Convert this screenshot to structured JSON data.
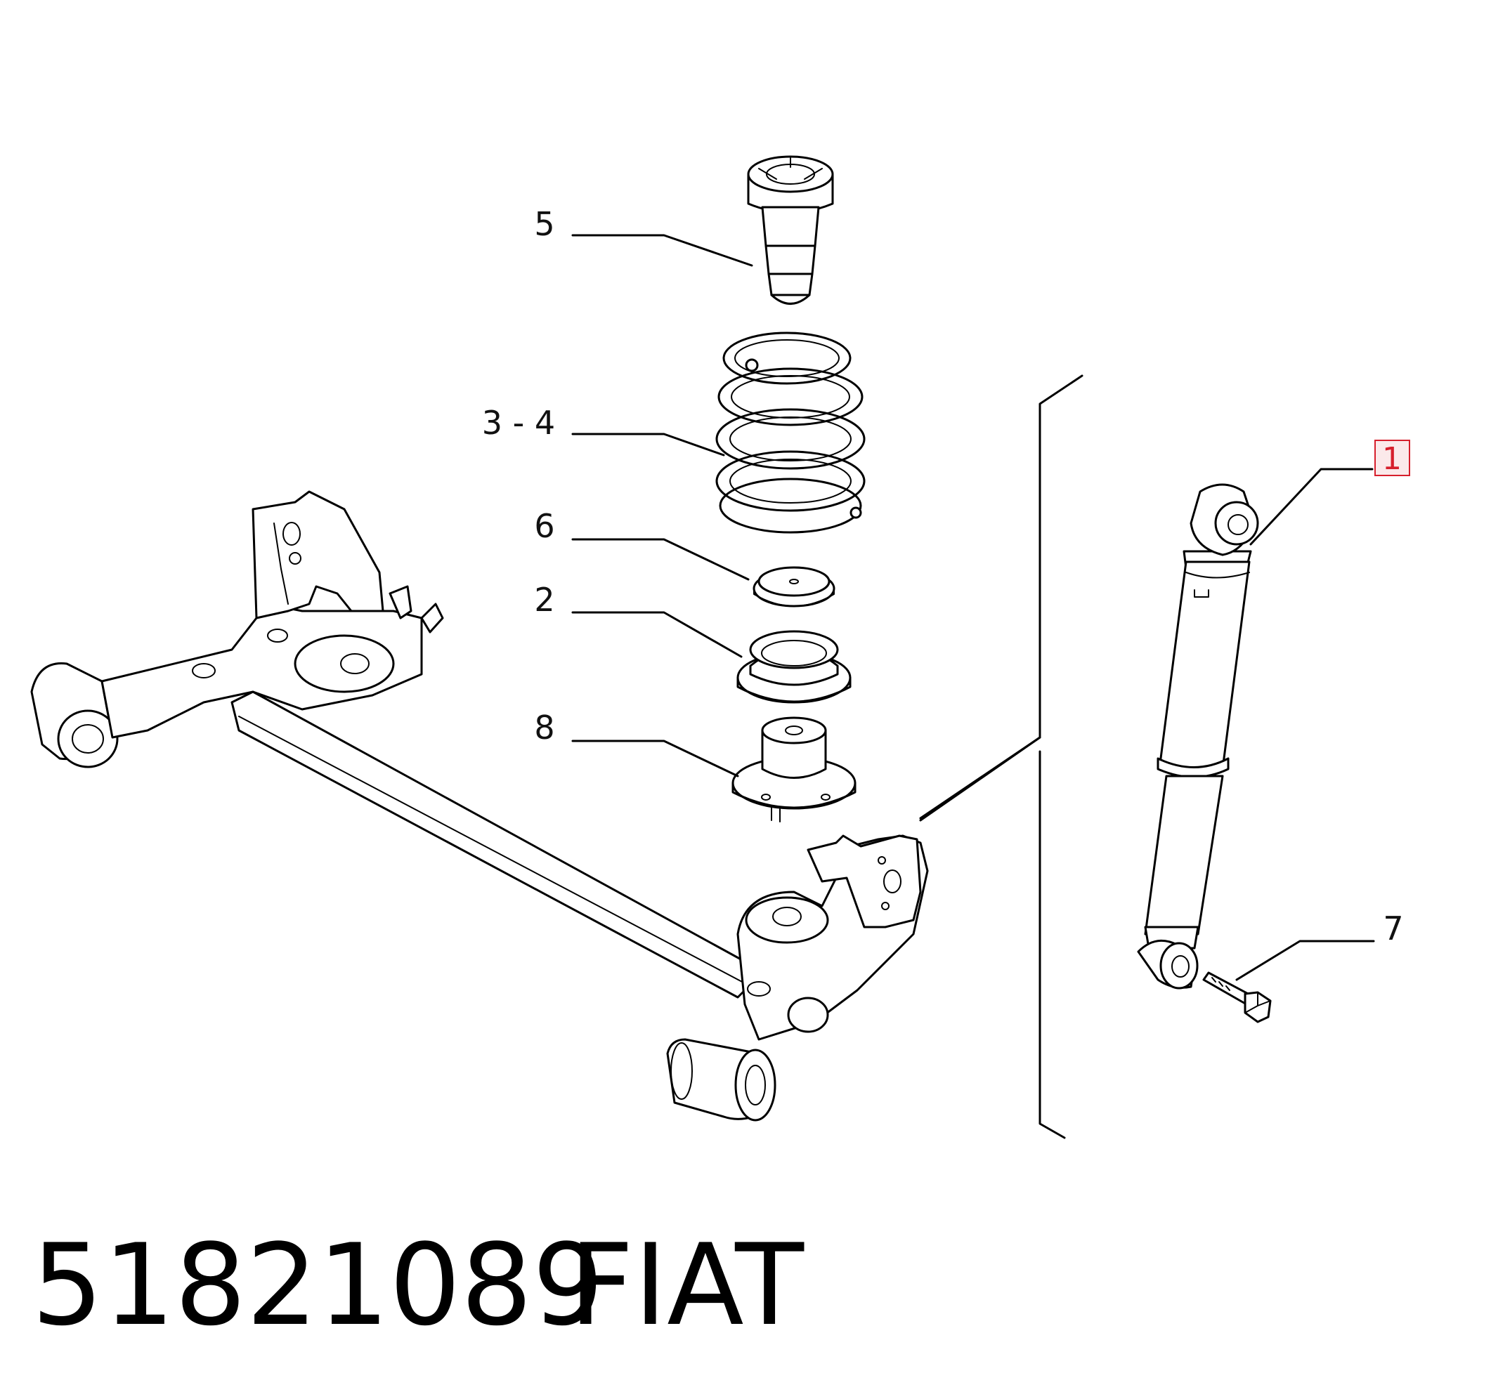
{
  "diagram": {
    "callouts": [
      {
        "id": "c5",
        "label": "5"
      },
      {
        "id": "c34",
        "label": "3 - 4"
      },
      {
        "id": "c6",
        "label": "6"
      },
      {
        "id": "c2",
        "label": "2"
      },
      {
        "id": "c8",
        "label": "8"
      },
      {
        "id": "c1",
        "label": "1",
        "highlighted": true
      },
      {
        "id": "c7",
        "label": "7"
      }
    ],
    "highlight_color": "#d61f2c"
  },
  "caption": {
    "part_number": "51821089",
    "brand": "FIAT"
  }
}
